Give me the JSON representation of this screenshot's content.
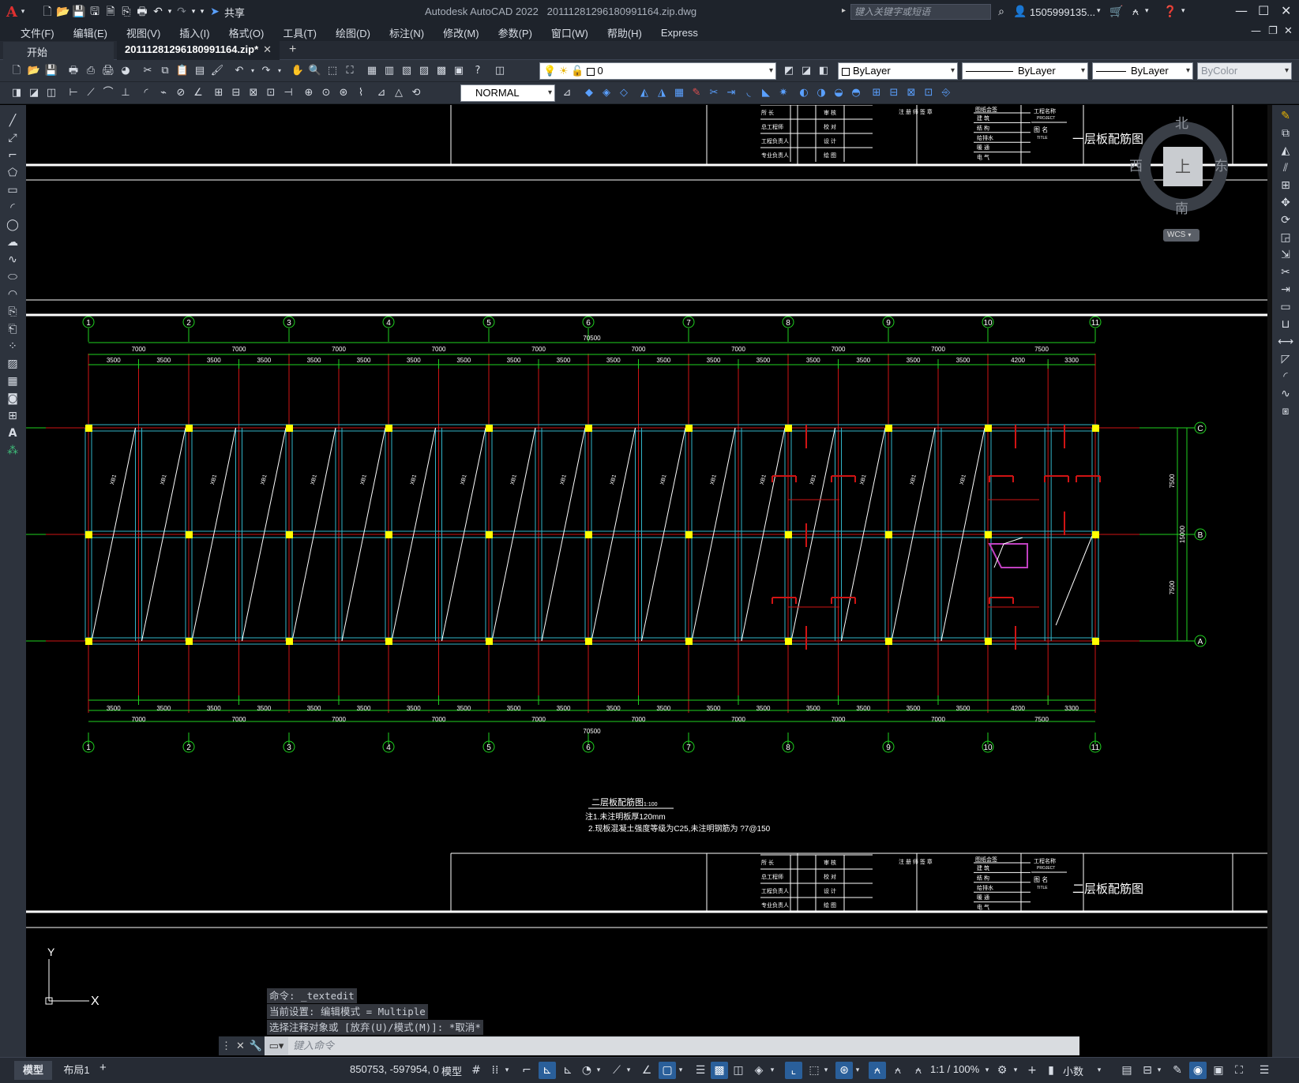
{
  "title": {
    "app_name": "Autodesk AutoCAD 2022",
    "file_name": "20111281296180991164.zip.dwg",
    "share_label": "共享",
    "search_placeholder": "键入关键字或短语",
    "user": "1505999135...",
    "logo": "A"
  },
  "menu": [
    "文件(F)",
    "编辑(E)",
    "视图(V)",
    "插入(I)",
    "格式(O)",
    "工具(T)",
    "绘图(D)",
    "标注(N)",
    "修改(M)",
    "参数(P)",
    "窗口(W)",
    "帮助(H)",
    "Express"
  ],
  "tabs": {
    "start": "开始",
    "active": "20111281296180991164.zip*",
    "close": "✕",
    "add": "+"
  },
  "toolbar": {
    "layer_value": "0",
    "color_value": "ByLayer",
    "linetype_value": "ByLayer",
    "lineweight_value": "ByLayer",
    "plotstyle_value": "ByColor",
    "dimstyle_value": "NORMAL"
  },
  "viewcube": {
    "north": "北",
    "south": "南",
    "east": "东",
    "west": "西",
    "top": "上",
    "wcs": "WCS"
  },
  "drawing": {
    "plan_title": "二层板配筋图",
    "top_sheet_title": "一层板配筋图",
    "bottom_sheet_title": "二层板配筋图",
    "scale_note": "1:100",
    "note_1": "注1.未注明板厚120mm",
    "note_2": "2.现板混凝土强度等级为C25,未注明钢筋为 ?7@150",
    "total_dim": "70500",
    "grid_numbers": [
      "1",
      "2",
      "3",
      "4",
      "5",
      "6",
      "7",
      "8",
      "9",
      "10",
      "11"
    ],
    "grid_letters": [
      "C",
      "B",
      "A"
    ],
    "bay_dims": [
      "7000",
      "7000",
      "7000",
      "7000",
      "7000",
      "7000",
      "7000",
      "7000",
      "7000",
      "7500"
    ],
    "half_dims": [
      "3500",
      "3500",
      "3500",
      "3500",
      "3500",
      "3500",
      "3500",
      "3500",
      "3500",
      "3500",
      "3500",
      "3500",
      "3500",
      "3500",
      "3500",
      "3500",
      "3500",
      "3500",
      "4200",
      "3300"
    ],
    "vert_dims": [
      "7500",
      "15000",
      "7500"
    ],
    "slab_label": "XB1",
    "titleblock": {
      "project_label": "工程名称",
      "project_en": "PROJECT",
      "drawing_label": "图 名",
      "drawing_en": "TITLE",
      "seal_text": "注 册 师 签 章",
      "sign_label": "图纸会签",
      "roles": [
        "所 长",
        "总工程师",
        "工程负责人",
        "专业负责人"
      ],
      "checks": [
        "审 核",
        "校 对",
        "设 计",
        "绘 图"
      ],
      "disciplines": [
        "建 筑",
        "结 构",
        "给排水",
        "暖 通",
        "电 气"
      ]
    }
  },
  "ucs": {
    "y": "Y",
    "x": "X"
  },
  "command": {
    "history": [
      "命令: _textedit",
      "当前设置: 编辑模式 = Multiple",
      "选择注释对象或 [放弃(U)/模式(M)]: *取消*"
    ],
    "placeholder": "键入命令"
  },
  "status": {
    "model_tab": "模型",
    "layout_tab": "布局1",
    "add_tab": "+",
    "coords": "850753, -597954, 0",
    "space": "模型",
    "scale": "1:1 / 100%",
    "units": "小数"
  }
}
